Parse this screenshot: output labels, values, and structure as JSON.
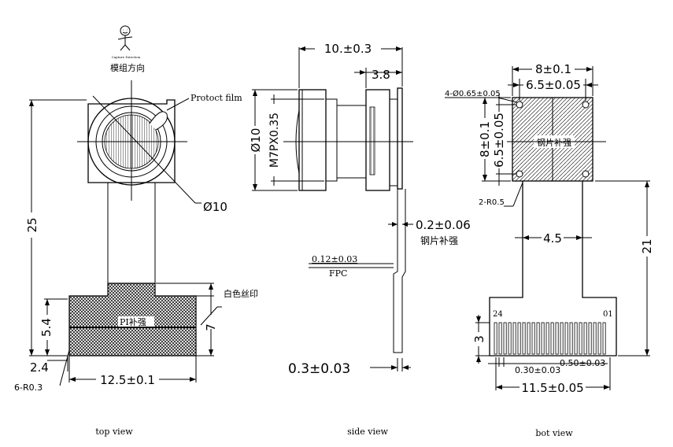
{
  "labels": {
    "capture_icon_caption": "Capture Direction",
    "capture_direction_cn": "模组方向",
    "protect_film": "Protoct film",
    "lens_diameter": "Ø10",
    "top_length": "25",
    "stiffener_height": "5.4",
    "white_silk_cn": "白色丝印",
    "pi_stiffener": "PI补强",
    "top_right_7": "7",
    "dim_2_4": "2.4",
    "dim_6_r": "6-R0.3",
    "dim_12_5": "12.5±0.1",
    "side_total": "10.±0.3",
    "side_3_8": "3.8",
    "side_dia": "Ø10",
    "side_thread": "M7PX0.35",
    "side_0_2": "0.2±0.06",
    "steel_stiffener_cn": "钢片补强",
    "fpc_thk": "0.12±0.03",
    "fpc": "FPC",
    "side_0_3": "0.3±0.03",
    "bot_8": "8±0.1",
    "bot_6_5": "6.5±0.05",
    "bot_holes": "4-Ø0.65±0.05",
    "bot_vert_8": "8±0.1",
    "bot_vert_6_5": "6.5±0.05",
    "bot_steel_cn": "钢片补强",
    "bot_2r": "2-R0.5",
    "bot_4_5": "4.5",
    "bot_21": "21",
    "pin_24": "24",
    "pin_01": "01",
    "bot_3": "3",
    "bot_0_30": "0.30±0.03",
    "bot_0_50": "0.50±0.03",
    "bot_11_5": "11.5±0.05"
  },
  "views": {
    "top": "top view",
    "side": "side view",
    "bot": "bot view"
  }
}
